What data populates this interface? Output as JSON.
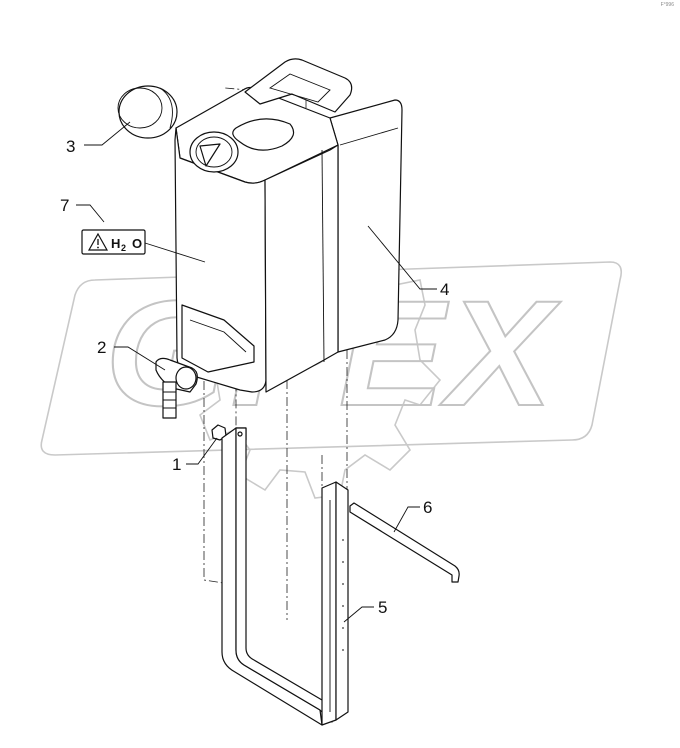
{
  "watermark": {
    "text": "GPEX"
  },
  "corner_mark": "F°996",
  "label": {
    "symbol": "warning-triangle-icon",
    "text_main": "H",
    "text_sub": "2",
    "text_tail": "O"
  },
  "callouts": [
    {
      "id": "1",
      "text": "1"
    },
    {
      "id": "2",
      "text": "2"
    },
    {
      "id": "3",
      "text": "3"
    },
    {
      "id": "4",
      "text": "4"
    },
    {
      "id": "5",
      "text": "5"
    },
    {
      "id": "6",
      "text": "6"
    },
    {
      "id": "7",
      "text": "7"
    }
  ]
}
